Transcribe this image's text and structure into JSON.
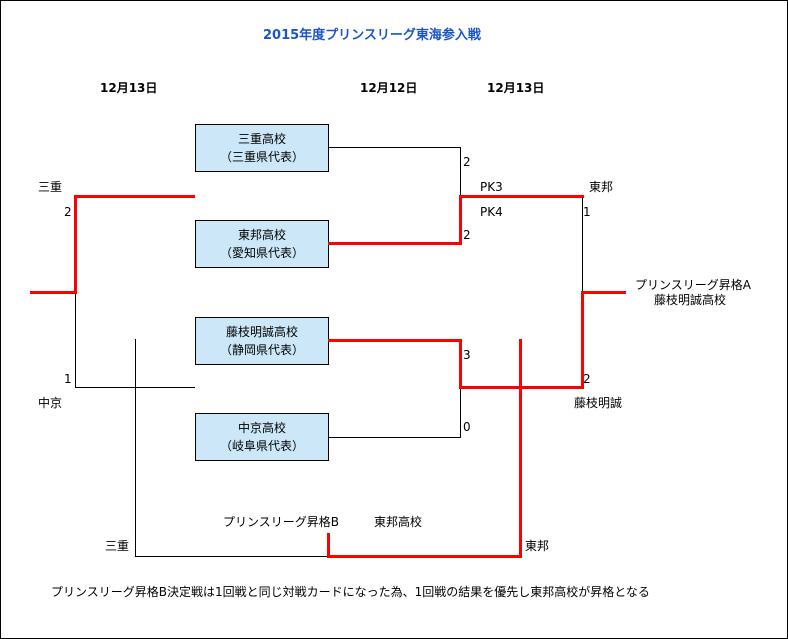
{
  "title": "2015年度プリンスリーグ東海参入戦",
  "dates": {
    "left": "12月13日",
    "center": "12月12日",
    "right": "12月13日"
  },
  "teams": [
    {
      "name": "三重高校",
      "pref": "（三重県代表）"
    },
    {
      "name": "東邦高校",
      "pref": "（愛知県代表）"
    },
    {
      "name": "藤枝明誠高校",
      "pref": "（静岡県代表）"
    },
    {
      "name": "中京高校",
      "pref": "（岐阜県代表）"
    }
  ],
  "first_round_scores": {
    "mie": "2",
    "toho": "2",
    "fujieda": "3",
    "chukyo": "0"
  },
  "pk": {
    "top": "PK3",
    "bottom": "PK4"
  },
  "left_match": {
    "winner": "三重",
    "winner_score": "2",
    "loser": "中京",
    "loser_score": "1"
  },
  "right_match": {
    "top": "東邦",
    "top_score": "1",
    "bottom": "藤枝明誠",
    "bottom_score": "2"
  },
  "promotion_a": {
    "label": "プリンスリーグ昇格A",
    "team": "藤枝明誠高校"
  },
  "promotion_b": {
    "label": "プリンスリーグ昇格B",
    "team": "東邦高校",
    "left": "三重",
    "right": "東邦"
  },
  "note": "プリンスリーグ昇格B決定戦は1回戦と同じ対戦カードになった為、1回戦の結果を優先し東邦高校が昇格となる"
}
